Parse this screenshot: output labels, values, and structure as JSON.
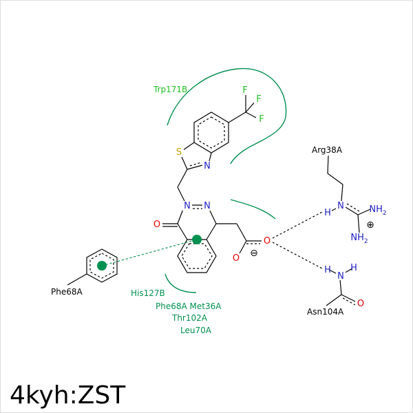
{
  "title": "4kyh:ZST",
  "colors": {
    "bond": "#000000",
    "nitrogen": "#2020c0",
    "oxygen": "#e00000",
    "sulfur": "#c8a000",
    "fluorine": "#20c020",
    "hydrophobic": "#009050",
    "frame": "#dddddd"
  },
  "atoms": {
    "f1": "F",
    "f2": "F",
    "f3": "F",
    "s": "S",
    "n_thz": "N",
    "n_a": "N",
    "n_b": "N",
    "o_ketone": "O",
    "o_acid": "O",
    "o_anion": "O",
    "minus": "⊖",
    "n_arg": "N",
    "h_arg": "H",
    "nh2_a": "NH",
    "nh2_a_sub": "2",
    "nh2_b": "NH",
    "nh2_b_sub": "2",
    "plus": "⊕",
    "h1_asn": "H",
    "h2_asn": "H",
    "n_asn": "N",
    "o_asn": "O"
  },
  "residues": {
    "trp": "Trp171B",
    "arg": "Arg38A",
    "asn": "Asn104A",
    "phe_ring": "Phe68A",
    "his": "His127B",
    "phe_met": "Phe68A Met36A",
    "thr": "Thr102A",
    "leu": "Leu70A"
  }
}
